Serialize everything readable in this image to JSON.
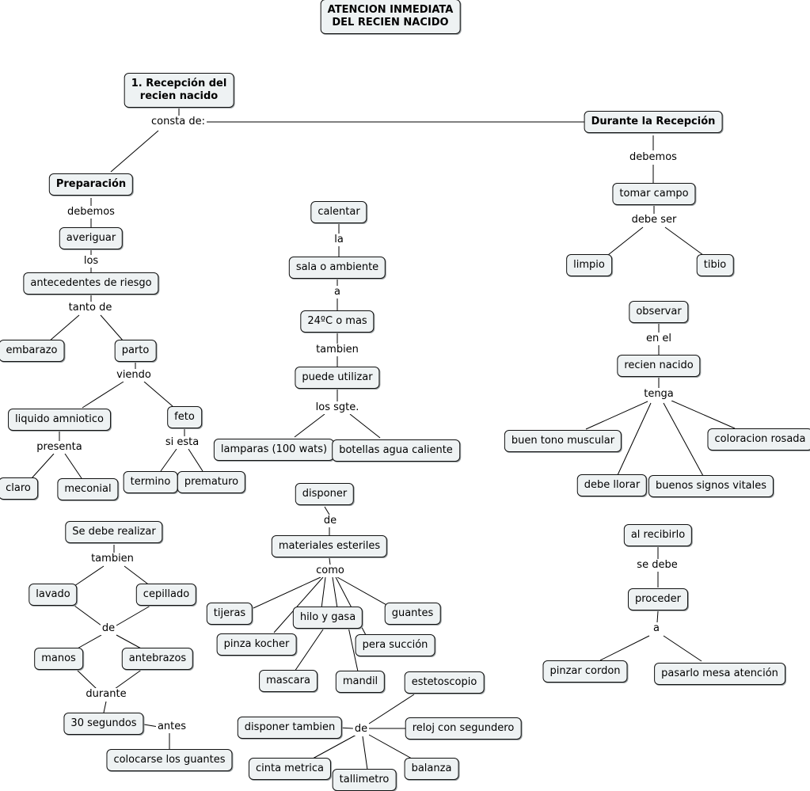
{
  "title": "ATENCION INMEDIATA DEL RECIEN NACIDO",
  "nodes": {
    "title": "ATENCION INMEDIATA\nDEL RECIEN NACIDO",
    "recepcion": "1. Recepción del\nrecien nacido",
    "durante": "Durante la Recepción",
    "preparacion": "Preparación",
    "averiguar": "averiguar",
    "antecedentes": "antecedentes de riesgo",
    "embarazo": "embarazo",
    "parto": "parto",
    "liquido": "liquido amniotico",
    "feto": "feto",
    "claro": "claro",
    "meconial": "meconial",
    "termino": "termino",
    "prematuro": "prematuro",
    "se_debe_realizar": "Se debe realizar",
    "lavado": "lavado",
    "cepillado": "cepillado",
    "manos": "manos",
    "antebrazos": "antebrazos",
    "treinta": "30 segundos",
    "colocarse": "colocarse los guantes",
    "calentar": "calentar",
    "sala": "sala o ambiente",
    "temp": "24ºC o mas",
    "puede": "puede utilizar",
    "lamparas": "lamparas (100 wats)",
    "botellas": "botellas agua caliente",
    "disponer": "disponer",
    "materiales": "materiales esteriles",
    "tijeras": "tijeras",
    "hilo": "hilo y gasa",
    "guantes": "guantes",
    "pinza": "pinza kocher",
    "pera": "pera succión",
    "mascara": "mascara",
    "mandil": "mandil",
    "estetoscopio": "estetoscopio",
    "disponer_tambien": "disponer tambien",
    "reloj": "reloj con segundero",
    "cinta": "cinta metrica",
    "tallimetro": "tallimetro",
    "balanza": "balanza",
    "tomar": "tomar campo",
    "limpio": "limpio",
    "tibio": "tibio",
    "observar": "observar",
    "recien": "recien nacido",
    "tono": "buen tono muscular",
    "coloracion": "coloracion rosada",
    "llorar": "debe llorar",
    "signos": "buenos signos vitales",
    "al_recibirlo": "al recibirlo",
    "proceder": "proceder",
    "pinzar": "pinzar cordon",
    "pasarlo": "pasarlo mesa atención"
  },
  "links": {
    "consta": "consta de:",
    "debemos1": "debemos",
    "los": "los",
    "tanto": "tanto de",
    "viendo": "viendo",
    "presenta": "presenta",
    "si_esta": "si esta",
    "tambien1": "tambien",
    "de1": "de",
    "durante": "durante",
    "antes": "antes",
    "la": "la",
    "a1": "a",
    "tambien2": "tambien",
    "los_sgte": "los sgte.",
    "de2": "de",
    "como": "como",
    "de3": "de",
    "debemos2": "debemos",
    "debe_ser": "debe ser",
    "en_el": "en el",
    "tenga": "tenga",
    "se_debe": "se debe",
    "a2": "a"
  }
}
